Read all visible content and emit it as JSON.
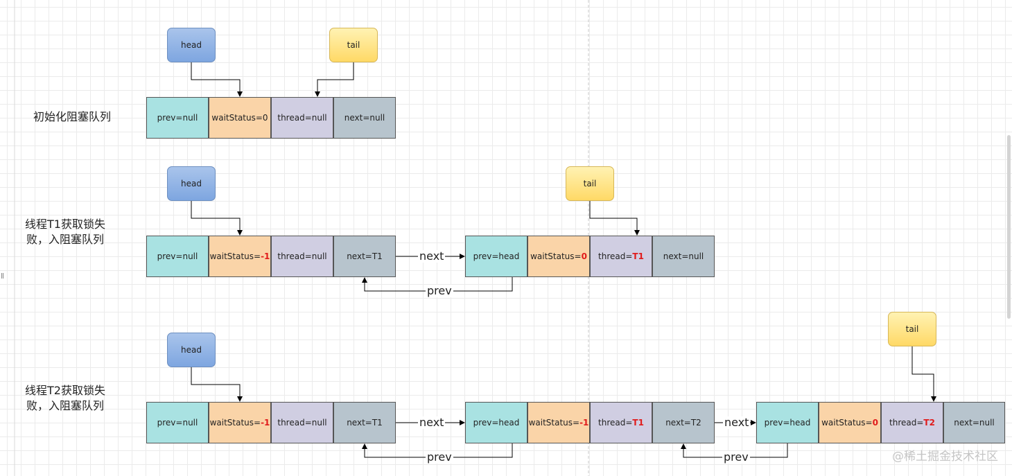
{
  "rows": [
    {
      "label": "初始化阻塞队列",
      "head": "head",
      "tail": "tail",
      "nodes": [
        {
          "prev": "prev=null",
          "wait": "waitStatus=0",
          "thread": "thread=null",
          "next": "next=null"
        }
      ]
    },
    {
      "label_line1": "线程T1获取锁失",
      "label_line2": "败，入阻塞队列",
      "head": "head",
      "tail": "tail",
      "nodes": [
        {
          "prev": "prev=null",
          "wait_prefix": "waitStatus=",
          "wait_value": "-1",
          "thread": "thread=null",
          "next": "next=T1"
        },
        {
          "prev": "prev=head",
          "wait_prefix": "waitStatus=",
          "wait_value": "0",
          "thread_prefix": "thread=",
          "thread_value": "T1",
          "next": "next=null"
        }
      ],
      "edges": {
        "next": "next",
        "prev": "prev"
      }
    },
    {
      "label_line1": "线程T2获取锁失",
      "label_line2": "败，入阻塞队列",
      "head": "head",
      "tail": "tail",
      "nodes": [
        {
          "prev": "prev=null",
          "wait_prefix": "waitStatus=",
          "wait_value": "-1",
          "thread": "thread=null",
          "next": "next=T1"
        },
        {
          "prev": "prev=head",
          "wait_prefix": "waitStatus=",
          "wait_value": "-1",
          "thread_prefix": "thread=",
          "thread_value": "T1",
          "next": "next=T2"
        },
        {
          "prev": "prev=head",
          "wait_prefix": "waitStatus=",
          "wait_value": "0",
          "thread_prefix": "thread=",
          "thread_value": "T2",
          "next": "next=null"
        }
      ],
      "edges": {
        "next": "next",
        "prev": "prev"
      }
    }
  ],
  "watermark": "@稀土掘金技术社区",
  "colors": {
    "prev_cell": "#a9e2e2",
    "wait_cell": "#fad4a8",
    "thread_cell": "#d0cee2",
    "next_cell": "#b7c4cd",
    "head_pointer": "#7ea6e0",
    "tail_pointer": "#ffd966",
    "highlight": "#e01b1b"
  }
}
